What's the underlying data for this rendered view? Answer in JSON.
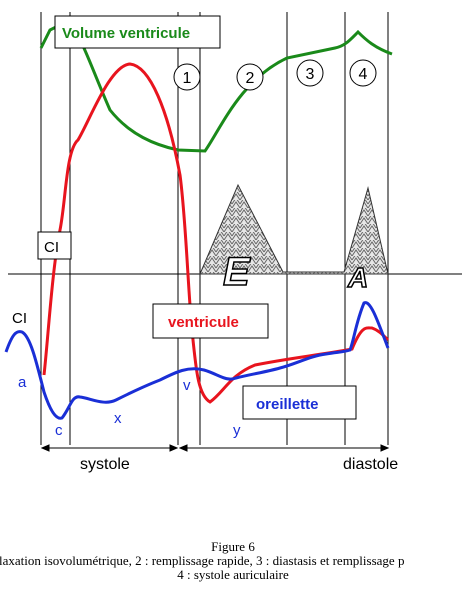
{
  "labels": {
    "volume_ventricule": "Volume ventricule",
    "ventricule": "ventricule",
    "oreillette": "oreillette",
    "ci_top": "CI",
    "ci_left": "CI",
    "a": "a",
    "c": "c",
    "x": "x",
    "v": "v",
    "y": "y",
    "systole": "systole",
    "diastole": "diastole",
    "phase_1": "1",
    "phase_2": "2",
    "phase_3": "3",
    "phase_4": "4",
    "doppler_e": "E",
    "doppler_a": "A"
  },
  "caption": {
    "title": "Figure 6",
    "line1": "laxation isovolumétrique, 2 : remplissage rapide, 3 : diastasis et remplissage p",
    "line2": "4 : systole auriculaire"
  },
  "colors": {
    "volume": "#1a8a1a",
    "ventricle_pressure": "#e8141e",
    "atrial_pressure": "#1a2fd6",
    "vertical_lines": "#000000"
  }
}
